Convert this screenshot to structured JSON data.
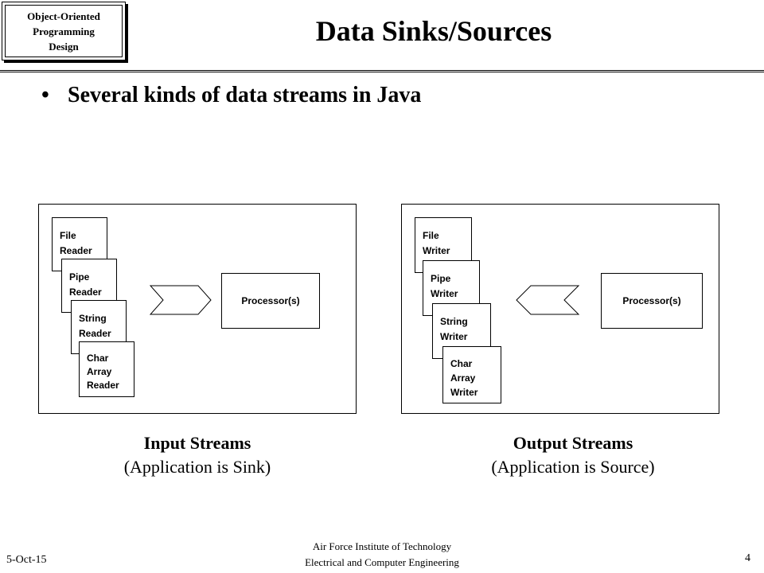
{
  "course_box": {
    "lines": [
      "Object-Oriented",
      "Programming",
      "Design"
    ]
  },
  "title": "Data Sinks/Sources",
  "bullet": {
    "symbol": "•",
    "text": "Several kinds of data streams in Java"
  },
  "input_panel": {
    "cards": [
      {
        "lines": [
          "File",
          "Reader"
        ]
      },
      {
        "lines": [
          "Pipe",
          "Reader"
        ]
      },
      {
        "lines": [
          "String",
          "Reader"
        ]
      },
      {
        "lines": [
          "Char",
          "Array",
          "Reader"
        ]
      }
    ],
    "processor": "Processor(s)"
  },
  "output_panel": {
    "cards": [
      {
        "lines": [
          "File",
          "Writer"
        ]
      },
      {
        "lines": [
          "Pipe",
          "Writer"
        ]
      },
      {
        "lines": [
          "String",
          "Writer"
        ]
      },
      {
        "lines": [
          "Char",
          "Array",
          "Writer"
        ]
      }
    ],
    "processor": "Processor(s)"
  },
  "input_caption": {
    "title": "Input Streams",
    "subtitle": "(Application is Sink)"
  },
  "output_caption": {
    "title": "Output Streams",
    "subtitle": "(Application is Source)"
  },
  "footer": {
    "date": "5-Oct-15",
    "institution": [
      "Air Force Institute of Technology",
      "Electrical and Computer Engineering"
    ],
    "page": "4"
  }
}
